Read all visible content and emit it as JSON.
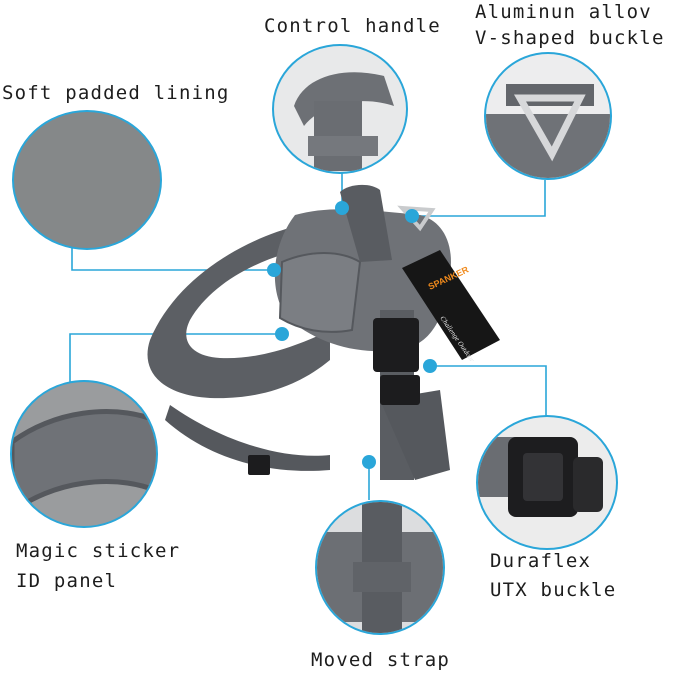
{
  "labels": {
    "control_handle": "Control handle",
    "aluminum_buckle_line1": "Aluminun allov",
    "aluminum_buckle_line2": "V-shaped buckle",
    "soft_lining": "Soft padded lining",
    "magic_sticker_line1": "Magic sticker",
    "magic_sticker_line2": "ID panel",
    "duraflex_line1": "Duraflex",
    "duraflex_line2": "UTX buckle",
    "moved_strap": "Moved strap"
  },
  "tag": {
    "brand": "SPANKER",
    "script": "Challenge Outdoor"
  },
  "colors": {
    "accent": "#2aa6d9",
    "fabric": "#6c6f74",
    "fabric_dark": "#4a4d52",
    "buckle": "#1c1c1e"
  }
}
